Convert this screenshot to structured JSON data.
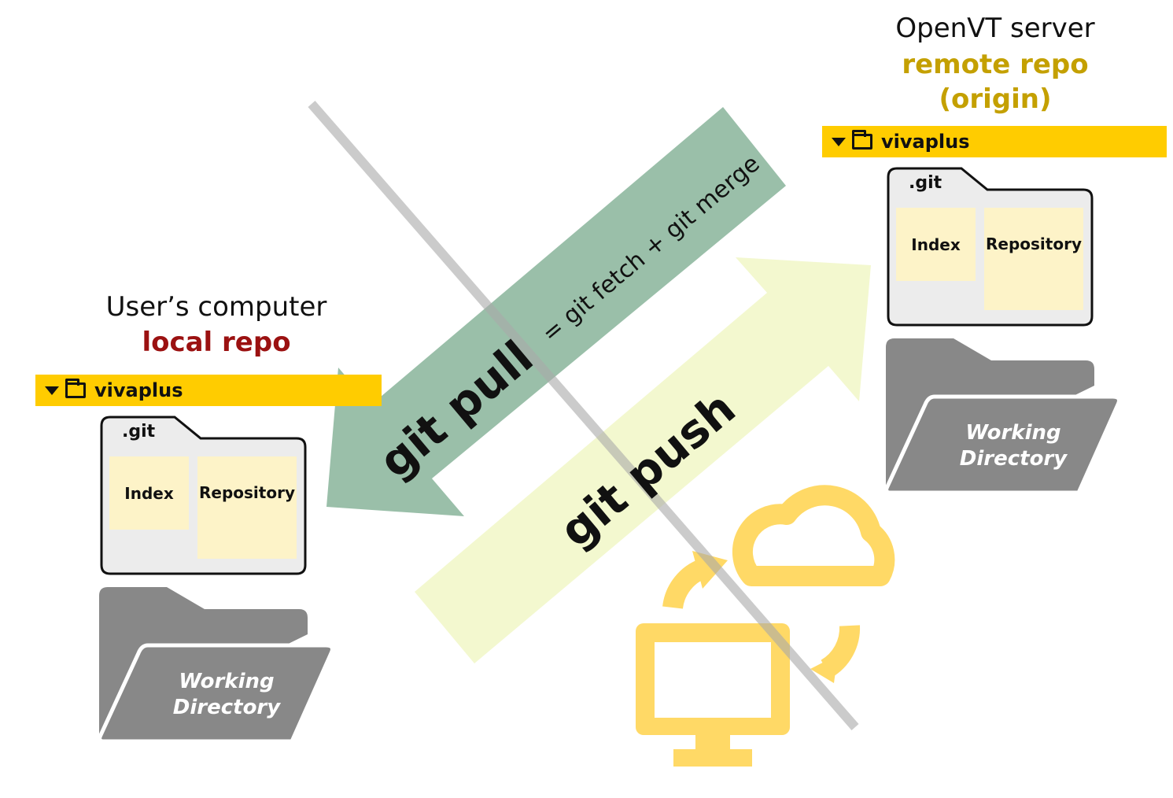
{
  "local": {
    "heading": "User’s computer",
    "subheading": "local repo",
    "subheading_color": "#9b1111",
    "repo_name": "vivaplus",
    "git_folder": ".git",
    "index_label": "Index",
    "repository_label": "Repository",
    "working_dir_line1": "Working",
    "working_dir_line2": "Directory"
  },
  "remote": {
    "heading": "OpenVT server",
    "subheading_line1": "remote repo",
    "subheading_line2": "(origin)",
    "subheading_color": "#c4a000",
    "repo_name": "vivaplus",
    "git_folder": ".git",
    "index_label": "Index",
    "repository_label": "Repository",
    "working_dir_line1": "Working",
    "working_dir_line2": "Directory"
  },
  "arrows": {
    "pull_label": "git pull",
    "pull_note": "= git fetch + git merge",
    "push_label": "git push"
  },
  "colors": {
    "repo_bar": "#ffcc00",
    "pull_arrow": "#8fb8a0",
    "push_arrow": "#f2f8cc",
    "folder_gray": "#888888",
    "inner_box": "#fdf3c8",
    "cloud_icon": "#ffd966"
  },
  "icons": [
    "folder-icon",
    "caret-down-icon",
    "cloud-sync-computer-icon"
  ]
}
